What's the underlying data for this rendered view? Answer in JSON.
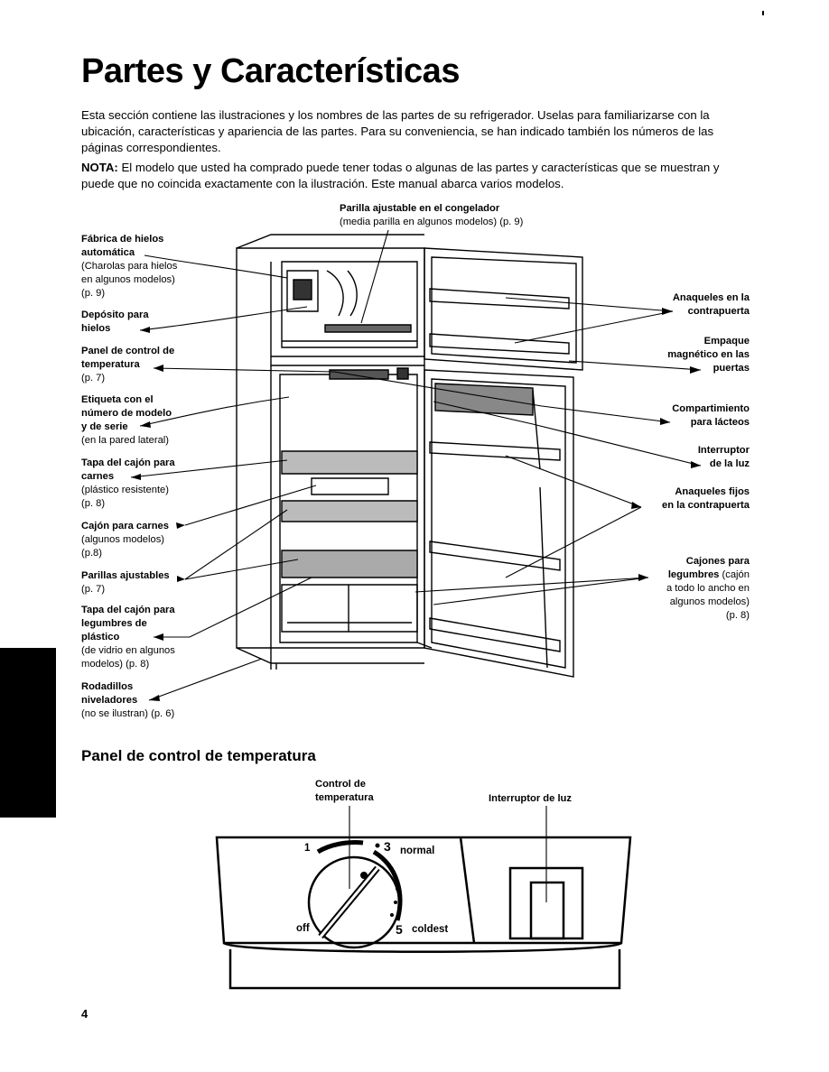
{
  "page": {
    "title": "Partes y Características",
    "intro": "Esta sección contiene las ilustraciones y los nombres de las partes de su refrigerador. Uselas para familiarizarse con la ubicación, características y apariencia de las partes. Para su conveniencia, se han indicado también los números de las páginas correspondientes.",
    "note_label": "NOTA:",
    "note_text": " El modelo que usted ha comprado puede tener todas o algunas de las partes y características que se muestran y puede que no coincida exactamente con la ilustración. Este manual abarca varios modelos.",
    "page_number": "4"
  },
  "labels": {
    "freezer_shelf": {
      "title": "Parilla ajustable en el congelador",
      "detail": "(media parilla en algunos modelos) (p. 9)"
    },
    "ice_maker": {
      "title_1": "Fábrica de hielos",
      "title_2": "automática",
      "detail_1": "(Charolas para hielos",
      "detail_2": "en algunos modelos)",
      "detail_3": "(p. 9)"
    },
    "ice_bin": {
      "title_1": "Depósito para",
      "title_2": "hielos"
    },
    "temp_panel": {
      "title_1": "Panel de control de",
      "title_2": "temperatura",
      "detail_1": "(p. 7)"
    },
    "model_label": {
      "title_1": "Etiqueta con el",
      "title_2": "número de modelo",
      "title_3": "y de serie",
      "detail_1": "(en la pared lateral)"
    },
    "meat_cover": {
      "title_1": "Tapa del cajón para",
      "title_2": "carnes",
      "detail_1": "(plástico resistente)",
      "detail_2": "(p. 8)"
    },
    "meat_drawer": {
      "title_1": "Cajón para carnes",
      "detail_1": "(algunos modelos)",
      "detail_2": "(p.8)"
    },
    "adj_shelves": {
      "title_1": "Parillas ajustables",
      "detail_1": "(p. 7)"
    },
    "crisper_cover": {
      "title_1": "Tapa del cajón para",
      "title_2": "legumbres de",
      "title_3": "plástico",
      "detail_1": "(de vidrio en algunos",
      "detail_2": "modelos) (p. 8)"
    },
    "rollers": {
      "title_1": "Rodadillos",
      "title_2": "niveladores",
      "detail_1": "(no se ilustran) (p. 6)"
    },
    "door_shelves": {
      "title_1": "Anaqueles en la",
      "title_2": "contrapuerta"
    },
    "gasket": {
      "title_1": "Empaque",
      "title_2": "magnético en las",
      "title_3": "puertas"
    },
    "dairy": {
      "title_1": "Compartimiento",
      "title_2": "para lácteos"
    },
    "light_switch": {
      "title_1": "Interruptor",
      "title_2": "de la luz"
    },
    "fixed_shelves": {
      "title_1": "Anaqueles fijos",
      "title_2": "en la contrapuerta"
    },
    "crispers": {
      "title_1": "Cajones para",
      "title_2": "legumbres",
      "detail_inline": " (cajón",
      "detail_1": "a todo lo ancho en",
      "detail_2": "algunos modelos)",
      "detail_3": "(p. 8)"
    }
  },
  "panel": {
    "subtitle": "Panel de control de temperatura",
    "control_label_1": "Control de",
    "control_label_2": "temperatura",
    "switch_label": "Interruptor de luz",
    "dial_marks": {
      "one": "1",
      "three": "3",
      "five": "5",
      "normal": "normal",
      "off": "off",
      "coldest": "coldest"
    }
  }
}
